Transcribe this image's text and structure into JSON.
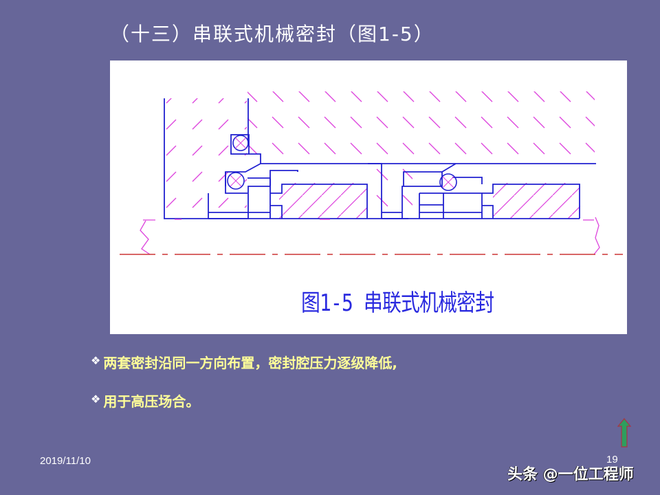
{
  "slide": {
    "title": "（十三）串联式机械密封（图1-5）",
    "figure": {
      "caption": "图1-5 串联式机械密封",
      "line_color": "#2020d0",
      "hatch_color": "#dd44dd",
      "centerline_color": "#cc3333"
    },
    "bullets": [
      {
        "marker": "❖",
        "text": "两套密封沿同一方向布置，密封腔压力逐级降低,"
      },
      {
        "marker": "❖",
        "text": "用于高压场合。"
      }
    ],
    "footer": {
      "date": "2019/11/10",
      "page_number": "19"
    },
    "nav": {
      "icon": "up-arrow-icon",
      "color": "#2e9e5e",
      "outline": "#aa3344"
    },
    "watermark": "头条 @一位工程师",
    "colors": {
      "background": "#676699",
      "title": "#ffffff",
      "bullet_text": "#ffff99"
    }
  }
}
